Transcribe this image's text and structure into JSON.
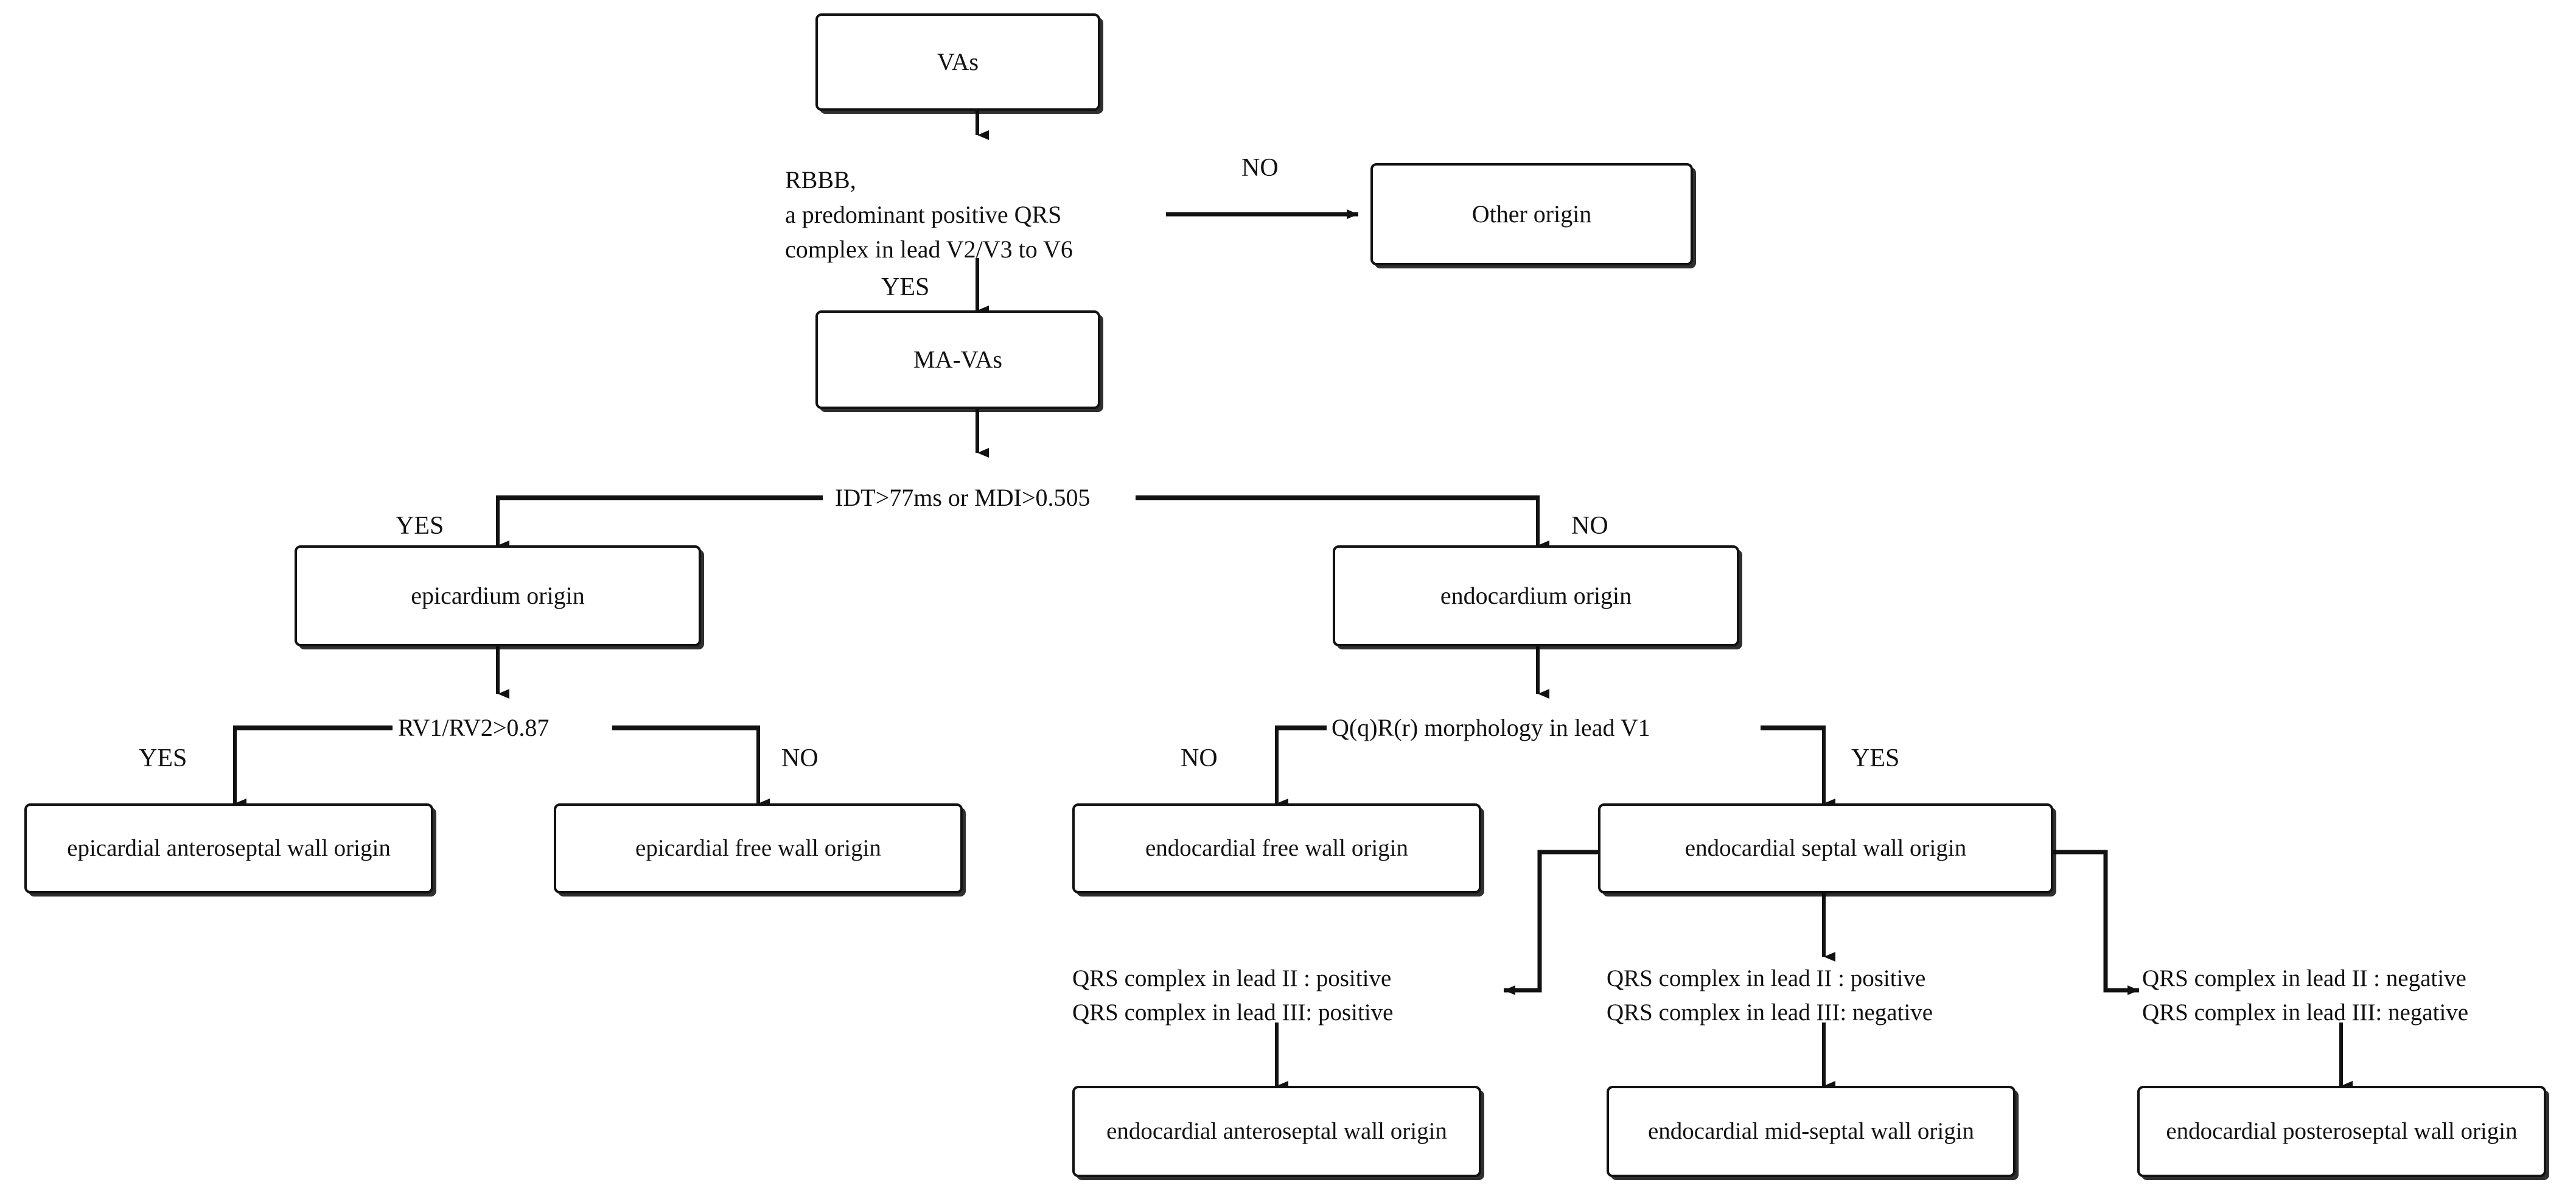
{
  "diagram": {
    "title": "Ventricular arrhythmias origin decision flowchart",
    "stroke_color": "#121212",
    "background_color": "#ffffff",
    "text_color": "#111111"
  },
  "nodes": {
    "vas": "VAs",
    "other_origin": "Other origin",
    "ma_vas": "MA-VAs",
    "epicardium_origin": "epicardium origin",
    "endocardium_origin": "endocardium origin",
    "epi_anteroseptal": "epicardial anteroseptal wall origin",
    "epi_free_wall": "epicardial free wall origin",
    "endo_free_wall": "endocardial free wall origin",
    "endo_septal_wall": "endocardial septal wall origin",
    "endo_anteroseptal": "endocardial anteroseptal wall origin",
    "endo_mid_septal": "endocardial mid-septal wall origin",
    "endo_posteroseptal": "endocardial posteroseptal wall origin"
  },
  "criteria": {
    "rbbb_line1": "RBBB,",
    "rbbb_line2": "a predominant positive QRS",
    "rbbb_line3": "complex in lead V2/V3 to V6",
    "idt_mdi": "IDT>77ms or MDI>0.505",
    "rv1_rv2": "RV1/RV2>0.87",
    "qr_morphology": "Q(q)R(r) morphology in lead V1",
    "qrs_ante_line1": "QRS complex in lead II : positive",
    "qrs_ante_line2": "QRS complex in lead III: positive",
    "qrs_mid_line1": "QRS complex in lead II : positive",
    "qrs_mid_line2": "QRS complex in lead III: negative",
    "qrs_post_line1": "QRS complex in lead II : negative",
    "qrs_post_line2": "QRS complex in lead III: negative"
  },
  "branch_labels": {
    "rbbb_no": "NO",
    "rbbb_yes": "YES",
    "idt_yes": "YES",
    "idt_no": "NO",
    "rv_yes": "YES",
    "rv_no": "NO",
    "qr_no": "NO",
    "qr_yes": "YES"
  }
}
